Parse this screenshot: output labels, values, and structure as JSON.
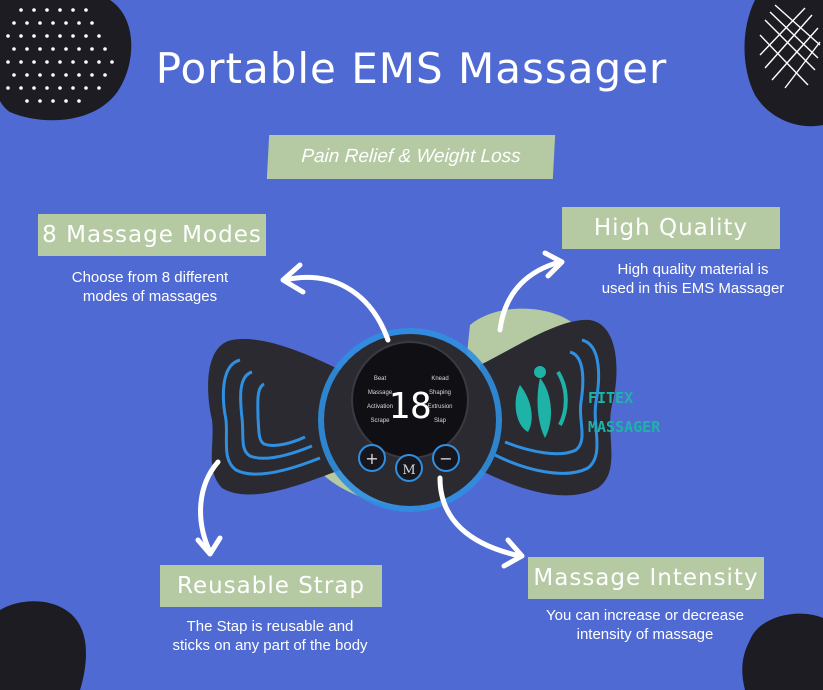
{
  "title": "Portable EMS Massager",
  "subtitle": "Pain Relief & Weight Loss",
  "features": [
    {
      "title": "8 Massage Modes",
      "desc_line1": "Choose from 8 different",
      "desc_line2": "modes of massages"
    },
    {
      "title": "High Quality",
      "desc_line1": "High quality material is",
      "desc_line2": "used in this EMS Massager"
    },
    {
      "title": "Reusable Strap",
      "desc_line1": "The Stap is reusable and",
      "desc_line2": "sticks on any part of the body"
    },
    {
      "title": "Massage Intensity",
      "desc_line1": "You can increase or decrease",
      "desc_line2": "intensity of massage"
    }
  ],
  "device": {
    "display_value": "18",
    "modes_left": [
      "Beat",
      "Massage",
      "Activation",
      "Scrape"
    ],
    "modes_right": [
      "Knead",
      "Shaping",
      "Extrusion",
      "Slap"
    ],
    "button_plus_symbol": "+",
    "button_mode_symbol": "M",
    "button_minus_symbol": "−",
    "brand_line1": "FITEX",
    "brand_line2": "MASSAGER"
  },
  "colors": {
    "background": "#4f6ad3",
    "banner": "#b5c9a3",
    "blob": "#1c1c22",
    "pad": "#2a2a30",
    "accent_blue": "#2f8fe0",
    "brand_teal": "#1fb3a8"
  }
}
